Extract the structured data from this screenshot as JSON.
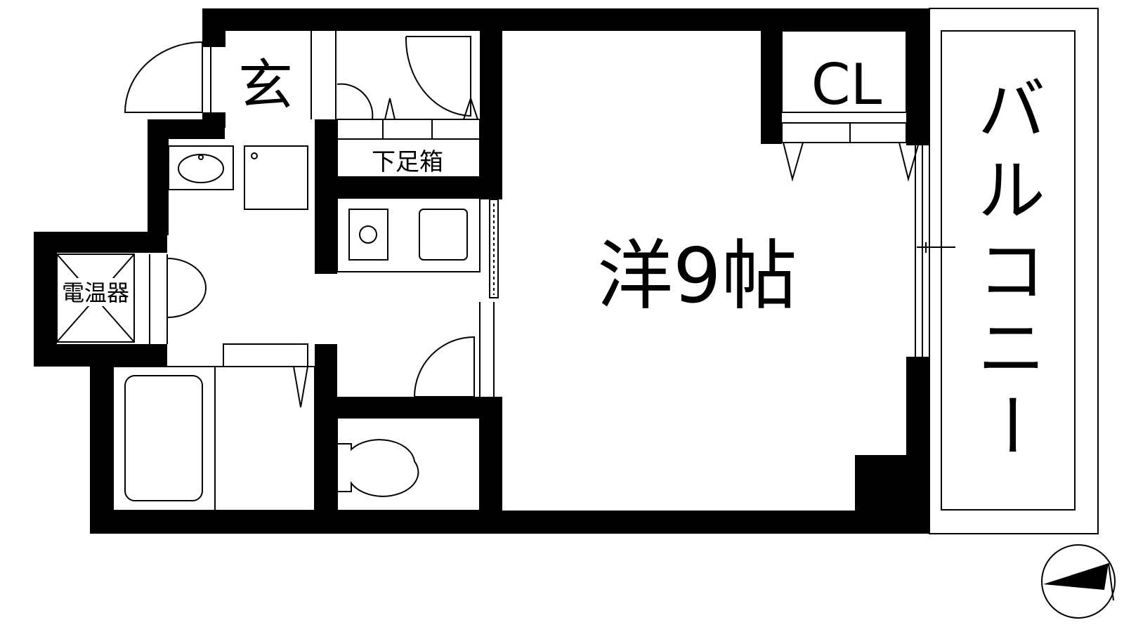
{
  "floor_plan": {
    "labels": {
      "entrance": "玄",
      "shoe_cabinet": "下足箱",
      "water_heater": "電温器",
      "closet": "CL",
      "room_type": "洋",
      "room_size": "9",
      "room_unit": "帖",
      "balcony": [
        "バ",
        "ル",
        "コ",
        "ニ",
        "ー"
      ]
    },
    "colors": {
      "wall": "#000000",
      "background": "#ffffff",
      "line": "#000000"
    },
    "icons": [
      "compass-icon"
    ]
  }
}
